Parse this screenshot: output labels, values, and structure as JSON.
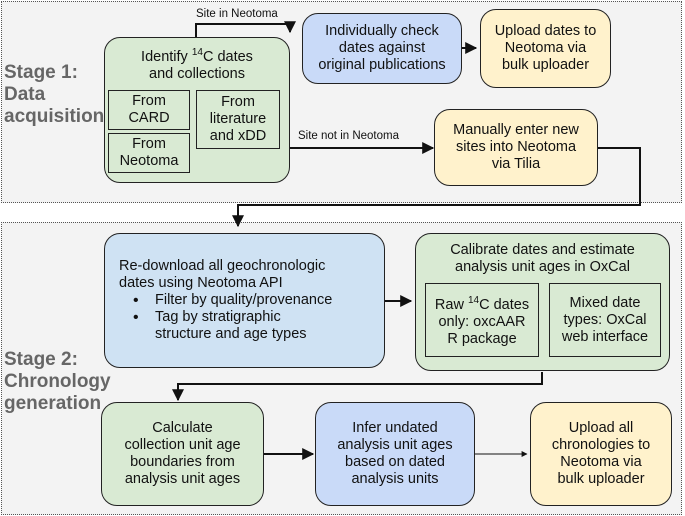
{
  "stage1": {
    "label": "Stage 1:\nData\nacquisition"
  },
  "stage2": {
    "label": "Stage 2:\nChronology\ngeneration"
  },
  "identify": {
    "title_pre": "Identify ",
    "title_sup": "14",
    "title_post": "C dates\nand collections",
    "card": "From\nCARD",
    "lit": "From\nliterature\nand xDD",
    "neotoma": "From\nNeotoma"
  },
  "check": {
    "text": "Individually check\ndates against\noriginal publications"
  },
  "upload1": {
    "text": "Upload dates to\nNeotoma via\nbulk uploader"
  },
  "manual": {
    "text": "Manually enter new\nsites into Neotoma\nvia Tilia"
  },
  "edges": {
    "in_neotoma": "Site in Neotoma",
    "not_in_neotoma": "Site not in Neotoma"
  },
  "redownload": {
    "intro": "Re-download all geochronologic\ndates using Neotoma API",
    "bullets": [
      "Filter by quality/provenance",
      "Tag by stratigraphic\nstructure and age types"
    ]
  },
  "calibrate": {
    "title": "Calibrate dates and estimate\nanalysis unit ages in OxCal",
    "raw_pre": "Raw ",
    "raw_sup": "14",
    "raw_post": "C dates\nonly: oxcAAR\nR package",
    "mixed": "Mixed date\ntypes: OxCal\nweb interface"
  },
  "calculate": {
    "text": "Calculate\ncollection unit age\nboundaries from\nanalysis unit ages"
  },
  "infer": {
    "text": "Infer undated\nanalysis unit ages\nbased on dated\nanalysis units"
  },
  "upload2": {
    "text": "Upload all\nchronologies to\nNeotoma via\nbulk uploader"
  }
}
